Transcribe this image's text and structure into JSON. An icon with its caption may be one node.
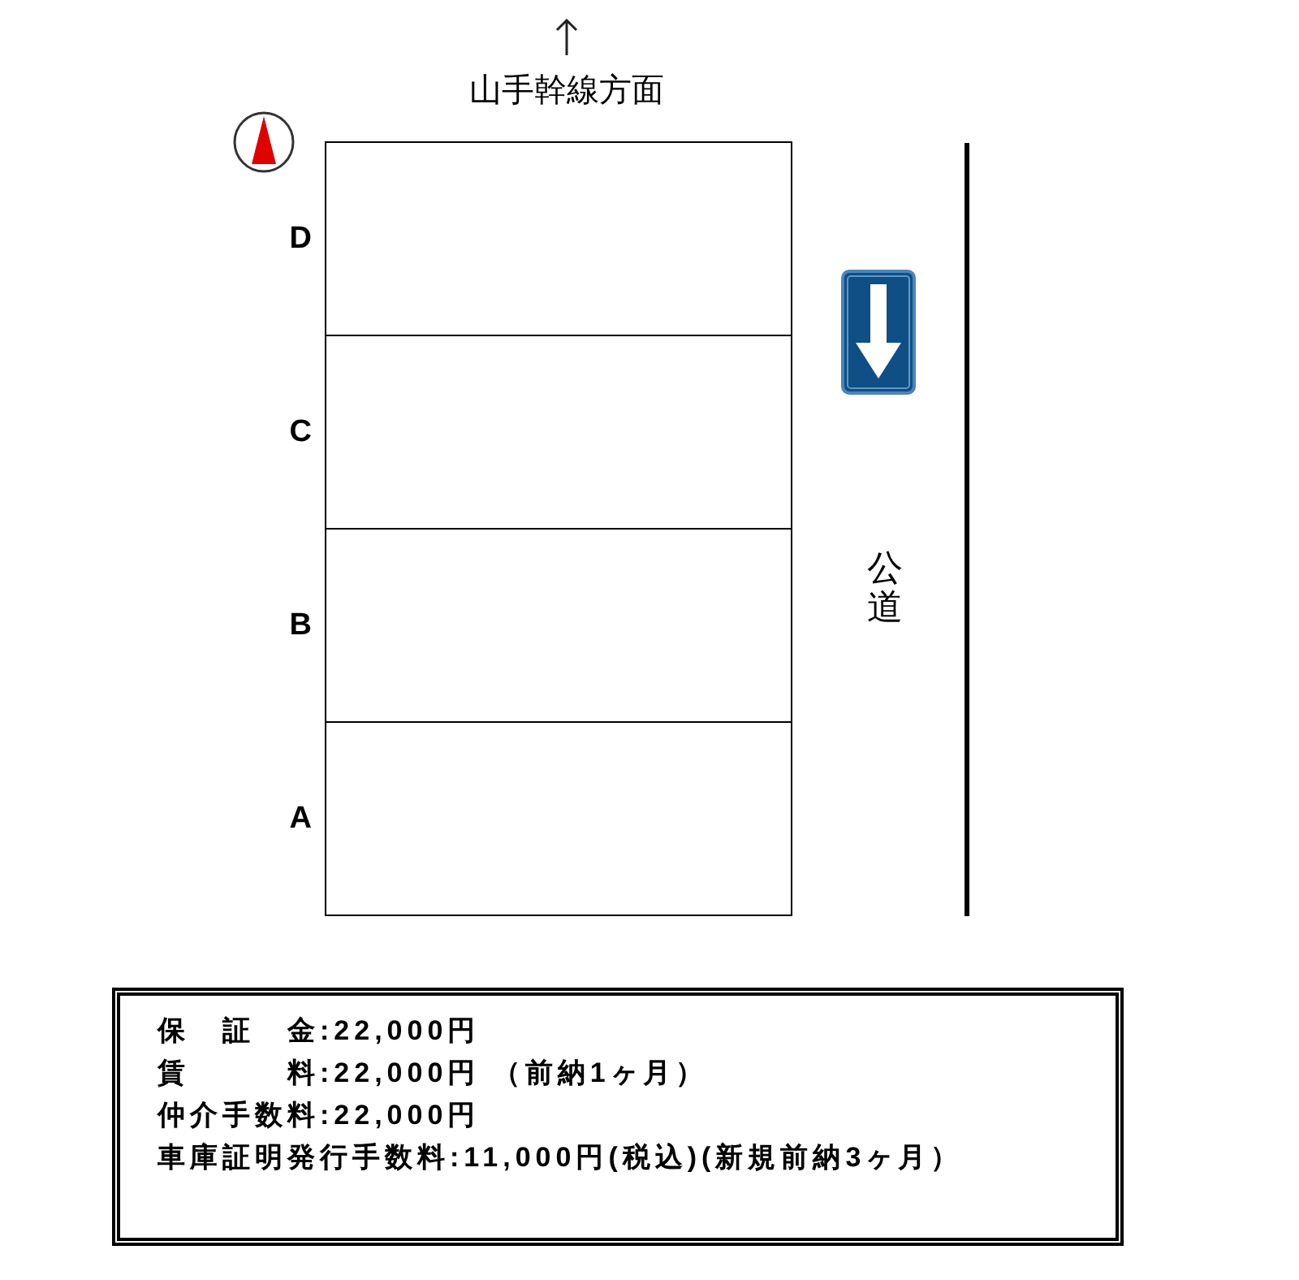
{
  "diagram": {
    "nodes": [
      {
        "text": [],
        "shape": "box",
        "beside": [
          "D"
        ]
      },
      {
        "text": [],
        "shape": "box",
        "beside": [
          "C"
        ]
      },
      {
        "text": [],
        "shape": "box",
        "beside": [
          "B"
        ]
      },
      {
        "text": [],
        "shape": "box",
        "beside": [
          "A"
        ]
      },
      {
        "text": [
          "保　証　金:22,000円",
          "賃　　　料:22,000円 （前納1ヶ月）",
          "仲介手数料:22,000円",
          "車庫証明発行手数料:11,000円(税込)(新規前納3ヶ月）"
        ]
      }
    ],
    "labels": [
      "山手幹線方面",
      "公道"
    ]
  }
}
